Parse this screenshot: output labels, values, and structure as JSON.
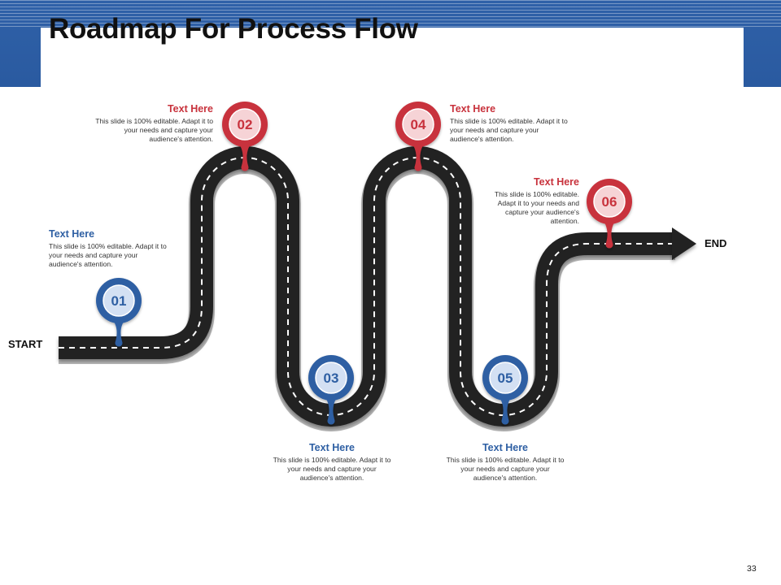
{
  "slide": {
    "title": "Roadmap For Process Flow",
    "start_label": "START",
    "end_label": "END",
    "page_number": "33"
  },
  "colors": {
    "header_blue": "#2f61a8",
    "pin_red": "#c8323c",
    "pin_blue": "#2e5fa3",
    "road": "#222222"
  },
  "milestones": [
    {
      "number": "01",
      "color": "blue",
      "heading": "Text Here",
      "body": "This slide is 100% editable. Adapt it to your needs and capture your audience's attention."
    },
    {
      "number": "02",
      "color": "red",
      "heading": "Text Here",
      "body": "This slide is 100% editable. Adapt it to your needs and capture your audience's attention."
    },
    {
      "number": "03",
      "color": "blue",
      "heading": "Text Here",
      "body": "This slide is 100% editable. Adapt it to your needs and capture your audience's attention."
    },
    {
      "number": "04",
      "color": "red",
      "heading": "Text Here",
      "body": "This slide is 100% editable. Adapt it to your needs and capture your audience's attention."
    },
    {
      "number": "05",
      "color": "blue",
      "heading": "Text Here",
      "body": "This slide is 100% editable. Adapt it to your needs and capture your audience's attention."
    },
    {
      "number": "06",
      "color": "red",
      "heading": "Text Here",
      "body": "This slide is 100% editable. Adapt it to your needs and capture your audience's attention."
    }
  ]
}
